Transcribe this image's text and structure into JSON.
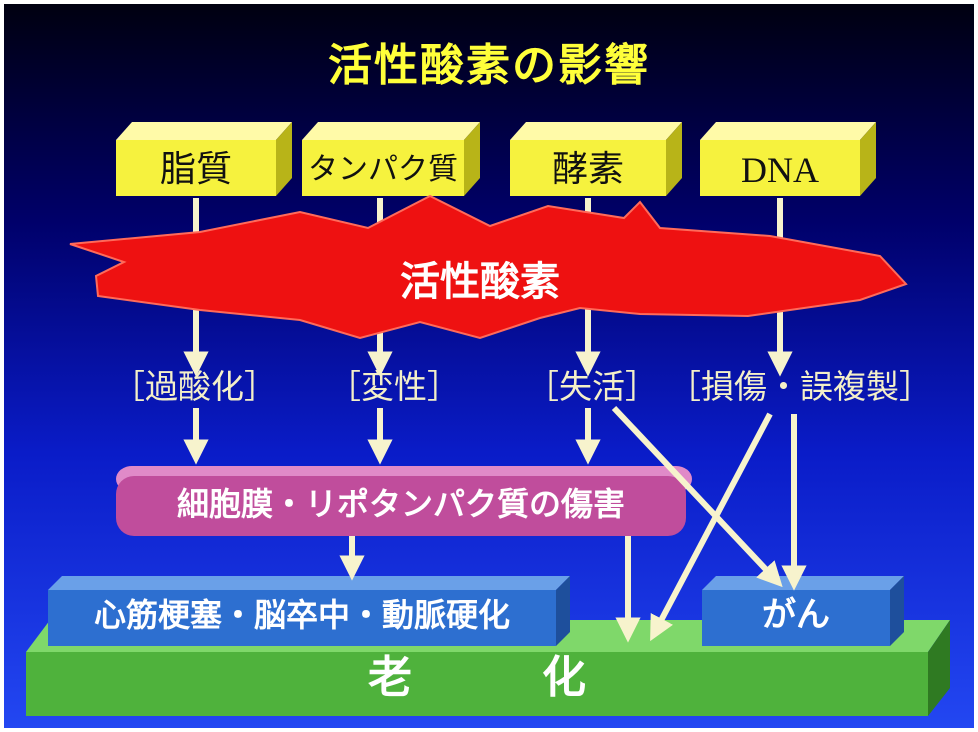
{
  "title": "活性酸素の影響",
  "targets": [
    "脂質",
    "タンパク質",
    "酵素",
    "DNA"
  ],
  "agent": "活性酸素",
  "effects": [
    "［過酸化］",
    "［変性］",
    "［失活］",
    "［損傷・誤複製］"
  ],
  "damage": "細胞膜・リポタンパク質の傷害",
  "diseases": "心筋梗塞・脳卒中・動脈硬化",
  "cancer": "がん",
  "aging": "老化",
  "colors": {
    "title": "#ffff3a",
    "target_box": "#f6f23e",
    "blast": "#ee1111",
    "damage_box": "#c04d9c",
    "disease_box": "#2d6fd0",
    "aging_base": "#4fb23c",
    "arrow": "#f7f3cd"
  }
}
